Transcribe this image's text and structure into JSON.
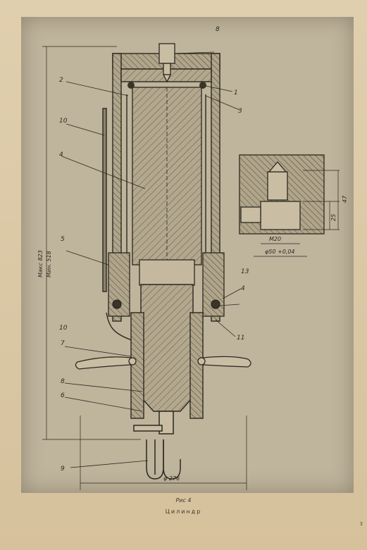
{
  "figure": {
    "caption_number": "Рис 4",
    "caption_title": "Цилиндр"
  },
  "callouts": {
    "c1": "1",
    "c2": "2",
    "c3": "3",
    "c4": "4",
    "c4b": "4",
    "c5": "5",
    "c6": "6",
    "c7": "7",
    "c8": "8",
    "c9": "9",
    "c10": "10",
    "c10b": "10",
    "c11": "11",
    "c13": "13",
    "c_top": "8"
  },
  "dimensions": {
    "height_max": "Макс 823",
    "height_min": "Мин. 518",
    "diameter": "φ 276",
    "detail_thread": "M20",
    "detail_diameter": "φ50 +0,04",
    "detail_h1": "47",
    "detail_h2": "25"
  },
  "page_mark": "3"
}
